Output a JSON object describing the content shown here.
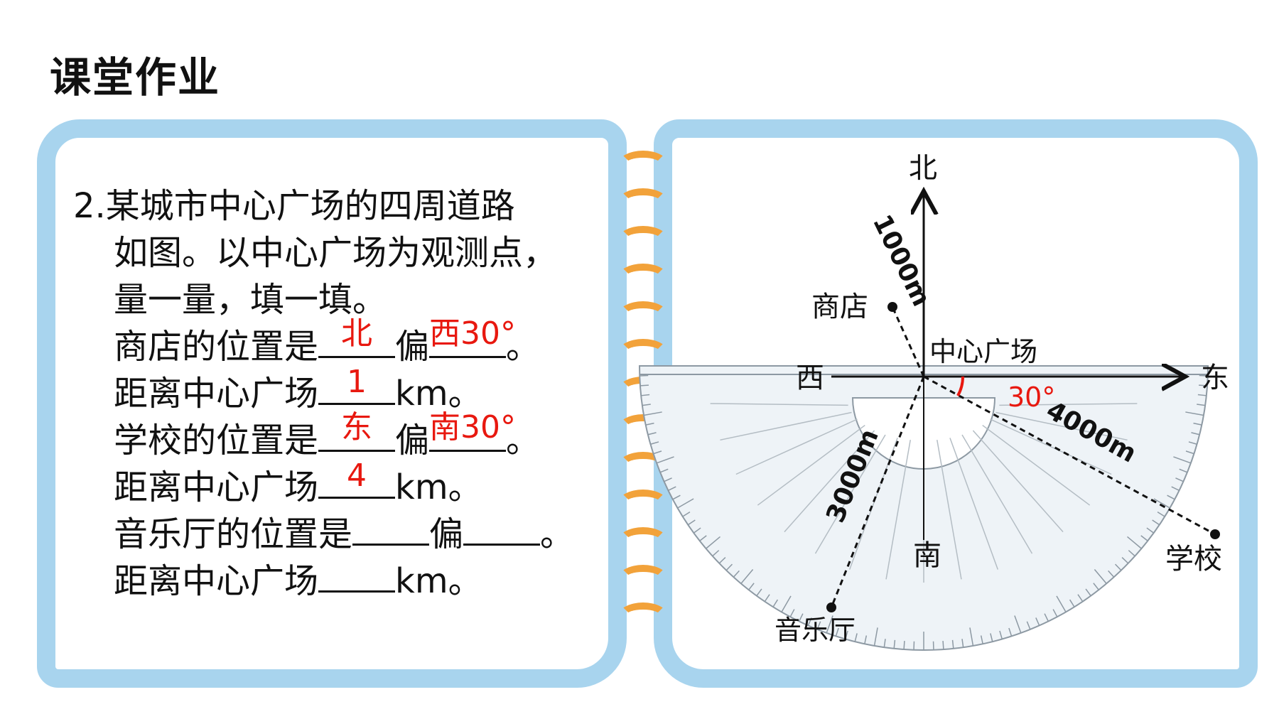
{
  "title": "课堂作业",
  "question": {
    "number": "2.",
    "text_lines": [
      "某城市中心广场的四周道路",
      "如图。以中心广场为观测点，",
      "量一量，填一填。"
    ],
    "shop_prefix": "商店的位置是",
    "shop_dir1": "北",
    "pian": "偏",
    "shop_dir2": "西30°",
    "period": "。",
    "dist_prefix": "距离中心广场",
    "shop_dist": "1",
    "unit": "km。",
    "school_prefix": "学校的位置是",
    "school_dir1": "东",
    "school_dir2": "南30°",
    "school_dist": "4",
    "hall_prefix": "音乐厅的位置是",
    "hall_dir1": "",
    "hall_dir2": "",
    "hall_dist": ""
  },
  "diagram": {
    "north": "北",
    "south": "南",
    "west": "西",
    "east": "东",
    "center": "中心广场",
    "shop": "商店",
    "school": "学校",
    "hall": "音乐厅",
    "shop_distance": "1000m",
    "school_distance": "4000m",
    "hall_distance": "3000m",
    "angle": "30°",
    "accent_color": "#e8180f",
    "frame_color": "#a8d4ee",
    "ring_color": "#f2a23a"
  }
}
